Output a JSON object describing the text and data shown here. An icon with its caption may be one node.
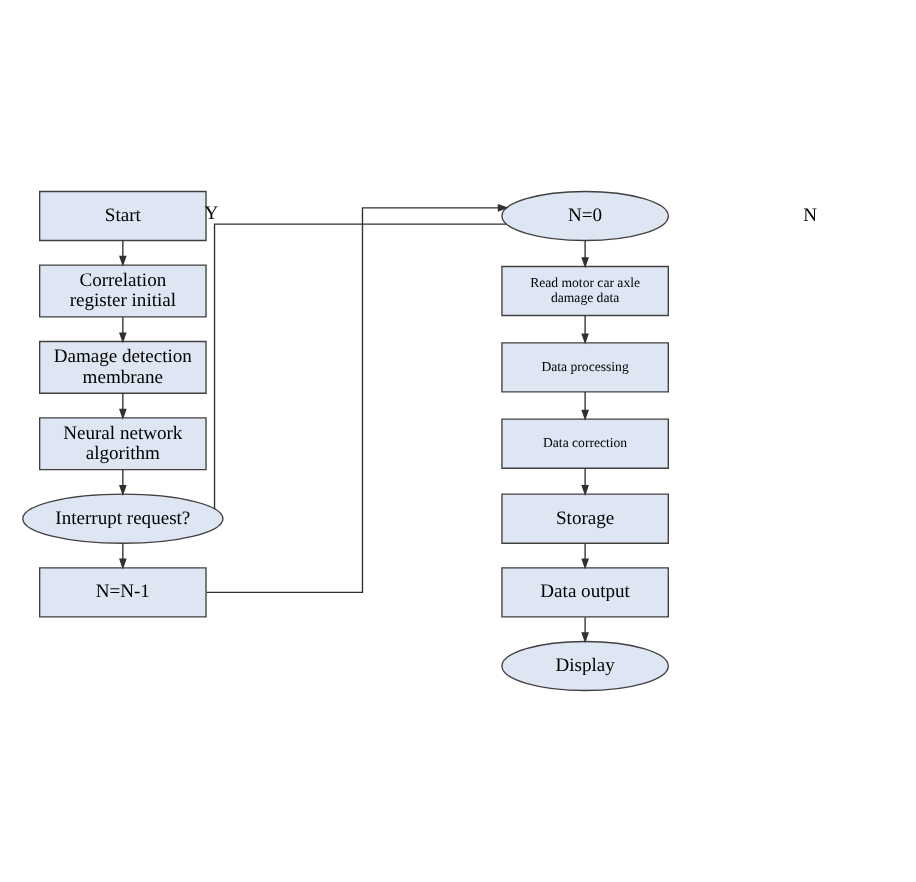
{
  "diagram": {
    "nodes": [
      {
        "text": [
          "Start"
        ]
      },
      {
        "text": [
          "Correlation register initial"
        ]
      },
      {
        "text": [
          "Damage detection membrane"
        ]
      },
      {
        "text": [
          "Neural network algorithm"
        ]
      },
      {
        "text": [
          "Interrupt request?"
        ]
      },
      {
        "text": [
          "N=N-1"
        ]
      },
      {
        "text": [
          "N=0"
        ]
      },
      {
        "text": [
          "Read motor car axle damage data"
        ]
      },
      {
        "text": [
          "Data processing"
        ]
      },
      {
        "text": [
          "Data correction"
        ]
      },
      {
        "text": [
          "Storage"
        ]
      },
      {
        "text": [
          "Data output"
        ]
      },
      {
        "text": [
          "Display"
        ]
      }
    ],
    "edges": [
      {
        "from": 0,
        "to": 1,
        "arrow": "to"
      },
      {
        "from": 1,
        "to": 2,
        "arrow": "to"
      },
      {
        "from": 2,
        "to": 3,
        "arrow": "to"
      },
      {
        "from": 3,
        "to": 4,
        "arrow": "to"
      },
      {
        "from": 4,
        "to": 5,
        "arrow": "to"
      },
      {
        "from": 4,
        "to": 6,
        "arrow": "none",
        "label": "Y"
      },
      {
        "from": 5,
        "to": 6,
        "arrow": "to"
      },
      {
        "from": 6,
        "to": 7,
        "arrow": "to"
      },
      {
        "from": 7,
        "to": 8,
        "arrow": "to"
      },
      {
        "from": 8,
        "to": 9,
        "arrow": "to"
      },
      {
        "from": 9,
        "to": 10,
        "arrow": "to"
      },
      {
        "from": 10,
        "to": 11,
        "arrow": "to"
      },
      {
        "from": 11,
        "to": 12,
        "arrow": "to"
      }
    ],
    "labels": [
      "N"
    ]
  }
}
